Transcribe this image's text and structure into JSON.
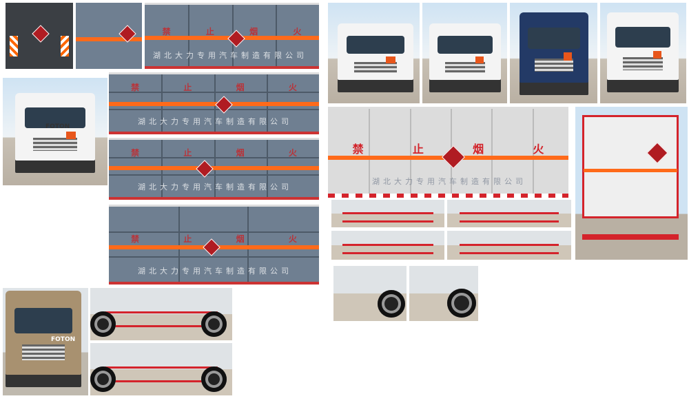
{
  "panel_text": [
    "禁",
    "止",
    "烟",
    "火"
  ],
  "watermark": "湖北大力专用汽车制造有限公司",
  "brand": "FOTON",
  "colors": {
    "stripe": "#ff6a1a",
    "hazard": "#b01c22",
    "panel": "#6f7f91",
    "reflective_red": "#d4232b"
  }
}
